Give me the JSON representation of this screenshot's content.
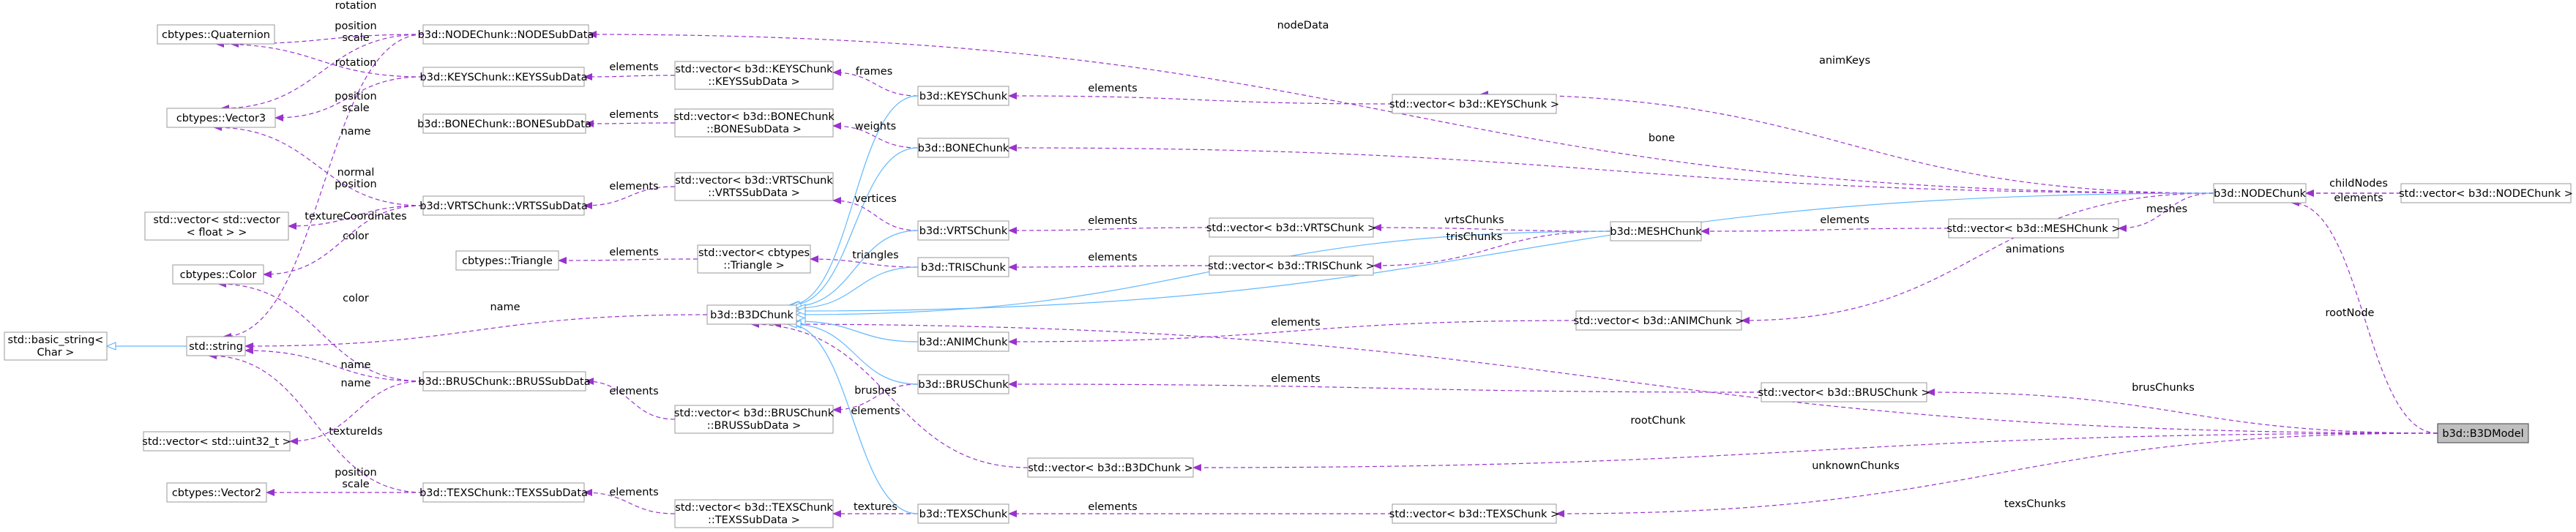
{
  "diagram": {
    "colors": {
      "reference": "#9a32cd",
      "inheritance": "#63b8ff",
      "focus_fill": "#bfbfbf"
    },
    "nodes": {
      "quat": [
        "cbtypes::Quaternion"
      ],
      "vec3": [
        "cbtypes::Vector3"
      ],
      "svecfloat": [
        "std::vector< std::vector",
        "< float > >"
      ],
      "color": [
        "cbtypes::Color"
      ],
      "basicstr": [
        "std::basic_string<",
        "Char >"
      ],
      "string": [
        "std::string"
      ],
      "u32": [
        "std::vector< std::uint32_t >"
      ],
      "vec2": [
        "cbtypes::Vector2"
      ],
      "nodesub": [
        "b3d::NODEChunk::NODESubData"
      ],
      "keyssub": [
        "b3d::KEYSChunk::KEYSSubData"
      ],
      "bonesub": [
        "b3d::BONEChunk::BONESubData"
      ],
      "vrtssub": [
        "b3d::VRTSChunk::VRTSSubData"
      ],
      "triangle": [
        "cbtypes::Triangle"
      ],
      "brussub": [
        "b3d::BRUSChunk::BRUSSubData"
      ],
      "texssub": [
        "b3d::TEXSChunk::TEXSSubData"
      ],
      "vkeyssub": [
        "std::vector< b3d::KEYSChunk",
        "::KEYSSubData >"
      ],
      "vbonesub": [
        "std::vector< b3d::BONEChunk",
        "::BONESubData >"
      ],
      "vvrtssub": [
        "std::vector< b3d::VRTSChunk",
        "::VRTSSubData >"
      ],
      "vtriangle": [
        "std::vector< cbtypes",
        "::Triangle >"
      ],
      "b3dchunk": [
        "b3d::B3DChunk"
      ],
      "vbrussub": [
        "std::vector< b3d::BRUSChunk",
        "::BRUSSubData >"
      ],
      "vtexssub": [
        "std::vector< b3d::TEXSChunk",
        "::TEXSSubData >"
      ],
      "keys": [
        "b3d::KEYSChunk"
      ],
      "bone": [
        "b3d::BONEChunk"
      ],
      "vrts": [
        "b3d::VRTSChunk"
      ],
      "tris": [
        "b3d::TRISChunk"
      ],
      "anim": [
        "b3d::ANIMChunk"
      ],
      "brus": [
        "b3d::BRUSChunk"
      ],
      "texs": [
        "b3d::TEXSChunk"
      ],
      "vb3d": [
        "std::vector< b3d::B3DChunk >"
      ],
      "vvrts": [
        "std::vector< b3d::VRTSChunk >"
      ],
      "vtris": [
        "std::vector< b3d::TRISChunk >"
      ],
      "vkeys": [
        "std::vector< b3d::KEYSChunk >"
      ],
      "mesh": [
        "b3d::MESHChunk"
      ],
      "vanim": [
        "std::vector< b3d::ANIMChunk >"
      ],
      "vbrus": [
        "std::vector< b3d::BRUSChunk >"
      ],
      "vtexs": [
        "std::vector< b3d::TEXSChunk >"
      ],
      "vmesh": [
        "std::vector< b3d::MESHChunk >"
      ],
      "node": [
        "b3d::NODEChunk"
      ],
      "vnode": [
        "std::vector< b3d::NODEChunk >"
      ],
      "model": [
        "b3d::B3DModel"
      ]
    },
    "edge_labels": {
      "rotation": "rotation",
      "position_scale": "position\nscale",
      "name": "name",
      "normal_position": "normal\nposition",
      "texcoords": "textureCoordinates",
      "color": "color",
      "texids": "textureIds",
      "elements": "elements",
      "frames": "frames",
      "weights": "weights",
      "vertices": "vertices",
      "triangles": "triangles",
      "brushes": "brushes",
      "textures": "textures",
      "nodeData": "nodeData",
      "animKeys": "animKeys",
      "bone": "bone",
      "childNodes": "childNodes",
      "vrtsChunks": "vrtsChunks",
      "trisChunks": "trisChunks",
      "meshes": "meshes",
      "animations": "animations",
      "rootNode": "rootNode",
      "brusChunks": "brusChunks",
      "rootChunk": "rootChunk",
      "unknownChunks": "unknownChunks",
      "texsChunks": "texsChunks"
    }
  }
}
